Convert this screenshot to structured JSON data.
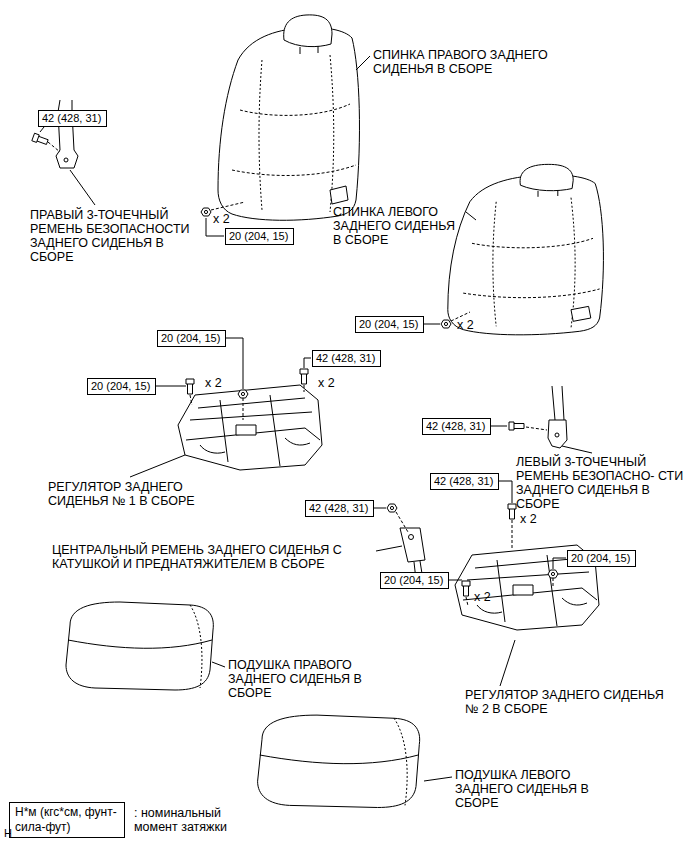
{
  "diagram": {
    "nodes": [
      {
        "text": [
          "42 (428, 31)"
        ]
      },
      {
        "text": [
          "20 (204, 15)"
        ]
      },
      {
        "text": [
          "20 (204, 15)"
        ]
      },
      {
        "text": [
          "20 (204, 15)"
        ]
      },
      {
        "text": [
          "42 (428, 31)"
        ]
      },
      {
        "text": [
          "20 (204, 15)"
        ]
      },
      {
        "text": [
          "42 (428, 31)"
        ]
      },
      {
        "text": [
          "42 (428, 31)"
        ]
      },
      {
        "text": [
          "42 (428, 31)"
        ]
      },
      {
        "text": [
          "20 (204, 15)"
        ]
      },
      {
        "text": [
          "20 (204, 15)"
        ]
      },
      {
        "text": [
          "Н*м (кгс*см, фунт-сила-фут)"
        ]
      }
    ],
    "labels": [
      "СПИНКА ПРАВОГО ЗАДНЕГО СИДЕНЬЯ В СБОРЕ",
      "ПРАВЫЙ 3-ТОЧЕЧНЫЙ РЕМЕНЬ БЕЗОПАСНОСТИ ЗАДНЕГО СИДЕНЬЯ В СБОРЕ",
      "x 2",
      "СПИНКА ЛЕВОГО ЗАДНЕГО СИДЕНЬЯ В СБОРЕ",
      "x 2",
      "x 2",
      "x 2",
      "РЕГУЛЯТОР ЗАДНЕГО СИДЕНЬЯ № 1 В СБОРЕ",
      "ЛЕВЫЙ 3-ТОЧЕЧНЫЙ РЕМЕНЬ БЕЗОПАСНО- СТИ ЗАДНЕГО СИДЕНЬЯ В СБОРЕ",
      "x 2",
      "ЦЕНТРАЛЬНЫЙ РЕМЕНЬ ЗАДНЕГО СИДЕНЬЯ С КАТУШКОЙ И ПРЕДНАТЯЖИТЕЛЕМ В СБОРЕ",
      "x 2",
      "ПОДУШКА ПРАВОГО ЗАДНЕГО СИДЕНЬЯ В СБОРЕ",
      "РЕГУЛЯТОР ЗАДНЕГО СИДЕНЬЯ № 2 В СБОРЕ",
      "ПОДУШКА ЛЕВОГО ЗАДНЕГО СИДЕНЬЯ В СБОРЕ",
      "H",
      ": номинальный момент затяжки"
    ]
  }
}
